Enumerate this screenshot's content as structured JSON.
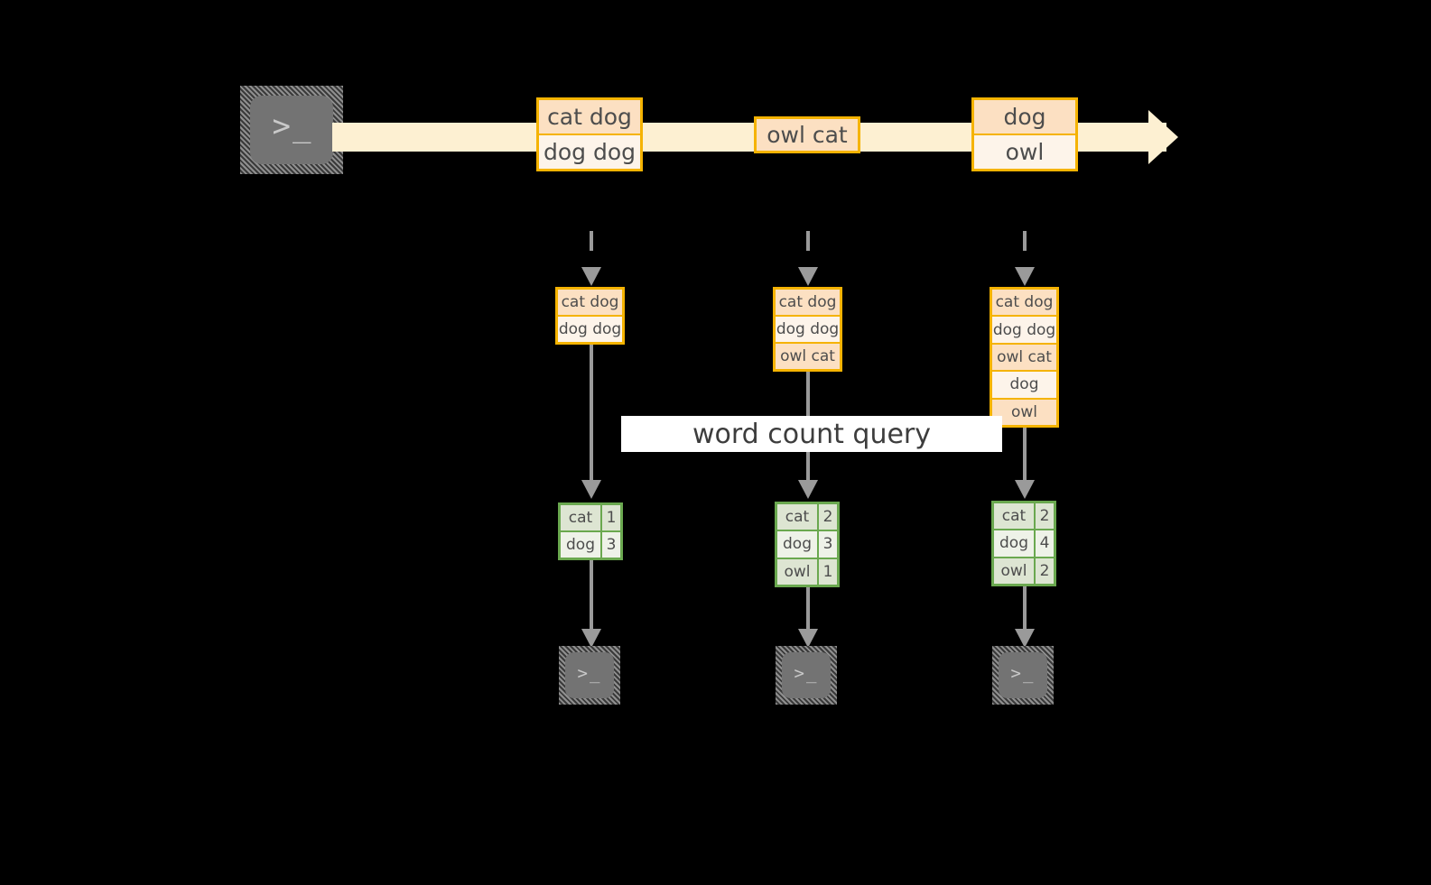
{
  "diagram": {
    "title_banner": "word count query",
    "stream": {
      "source_icon": "terminal-icon",
      "source_glyph": ">_",
      "arrow_color": "#fdf0d2",
      "box_border_color": "#f5b301",
      "messages": [
        {
          "rows": [
            "cat dog",
            "dog dog"
          ]
        },
        {
          "rows": [
            "owl cat"
          ]
        },
        {
          "rows": [
            "dog",
            "owl"
          ]
        }
      ]
    },
    "stacks": [
      {
        "rows": [
          "cat dog",
          "dog dog"
        ]
      },
      {
        "rows": [
          "cat dog",
          "dog dog",
          "owl cat"
        ]
      },
      {
        "rows": [
          "cat dog",
          "dog dog",
          "owl cat",
          "dog",
          "owl"
        ]
      }
    ],
    "results": [
      {
        "border_color": "#6aa84f",
        "rows": [
          {
            "key": "cat",
            "value": "1"
          },
          {
            "key": "dog",
            "value": "3"
          }
        ]
      },
      {
        "border_color": "#6aa84f",
        "rows": [
          {
            "key": "cat",
            "value": "2"
          },
          {
            "key": "dog",
            "value": "3"
          },
          {
            "key": "owl",
            "value": "1"
          }
        ]
      },
      {
        "border_color": "#6aa84f",
        "rows": [
          {
            "key": "cat",
            "value": "2"
          },
          {
            "key": "dog",
            "value": "4"
          },
          {
            "key": "owl",
            "value": "2"
          }
        ]
      }
    ],
    "sinks": [
      {
        "glyph": ">_"
      },
      {
        "glyph": ">_"
      },
      {
        "glyph": ">_"
      }
    ]
  }
}
